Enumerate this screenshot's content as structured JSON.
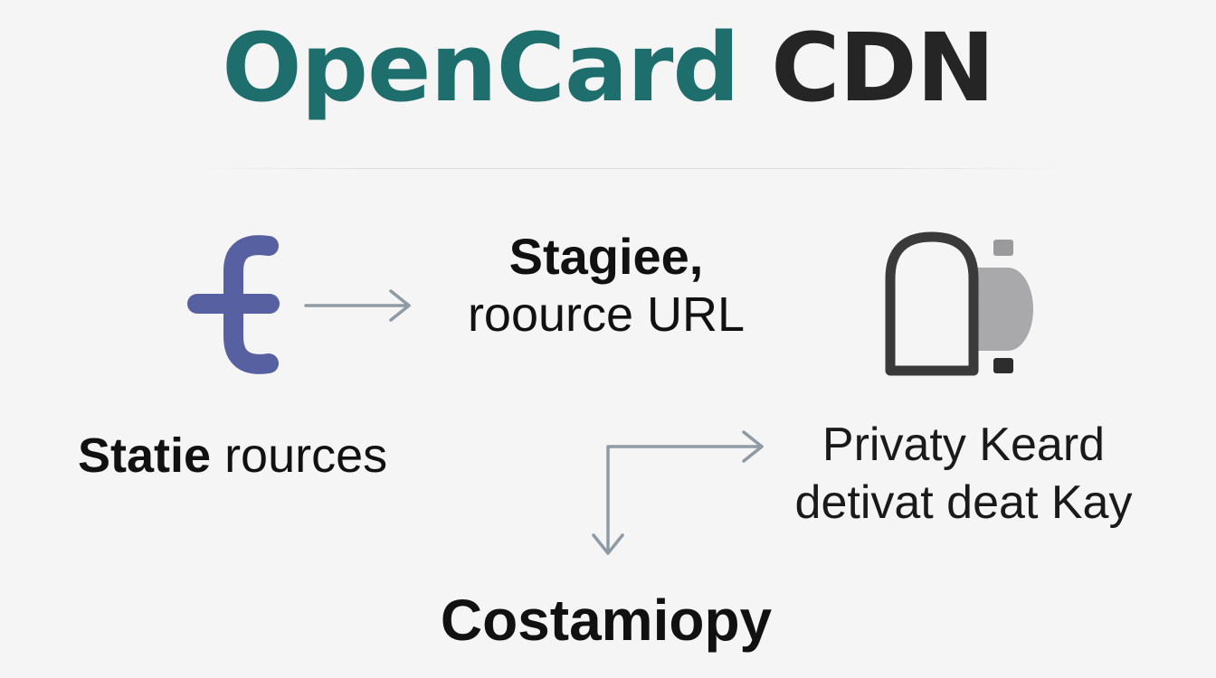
{
  "title": {
    "part1": "OpenCard",
    "part2": "CDN"
  },
  "labels": {
    "stage_line1": "Stagiee,",
    "stage_line2": "roource URL",
    "static_bold": "Statie",
    "static_rest": "rources",
    "private_line1": "Privaty Keard",
    "private_line2": "detivat deat Kay",
    "bottom": "Costamiopy"
  },
  "icons": {
    "left": "cdn-logo-icon",
    "right": "lock-key-icon"
  },
  "colors": {
    "title_accent": "#1d6e6c",
    "title_dark": "#252525",
    "logo": "#5760a0",
    "arrow": "#8e9ba4",
    "lock": "#3a3a3a",
    "lock_fill": "#a9a9ab"
  }
}
